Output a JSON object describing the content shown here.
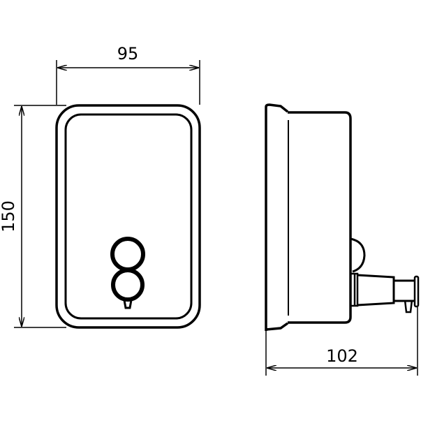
{
  "dimensions": {
    "width": "95",
    "height": "150",
    "depth": "102"
  },
  "colors": {
    "line": "#000000",
    "background": "#ffffff"
  }
}
